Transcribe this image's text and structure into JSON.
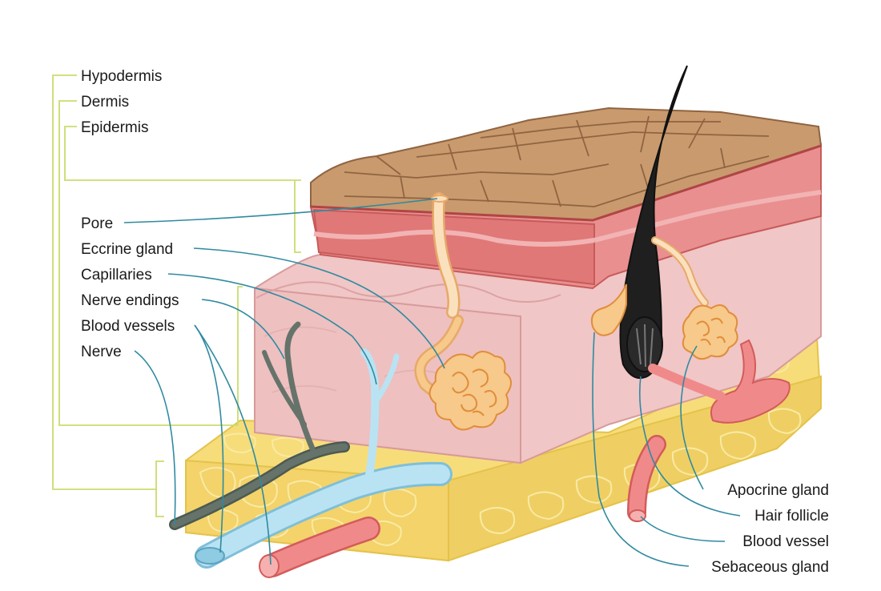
{
  "layers": {
    "hypodermis": "Hypodermis",
    "dermis": "Dermis",
    "epidermis": "Epidermis"
  },
  "left_labels": {
    "pore": "Pore",
    "eccrine_gland": "Eccrine gland",
    "capillaries": "Capillaries",
    "nerve_endings": "Nerve endings",
    "blood_vessels": "Blood vessels",
    "nerve": "Nerve"
  },
  "right_labels": {
    "apocrine_gland": "Apocrine gland",
    "hair_follicle": "Hair follicle",
    "blood_vessel": "Blood vessel",
    "sebaceous_gland": "Sebaceous gland"
  },
  "colors": {
    "leader_line": "#2f8aa0",
    "layer_bracket": "#c9dd6e",
    "epidermis_surface": "#c99a6e",
    "epidermis_red": "#d8656a",
    "dermis": "#efc3c3",
    "hypodermis": "#f6dd7a",
    "artery": "#f08a8a",
    "vein": "#a9dcef",
    "nerve": "#5e6b62",
    "gland": "#f7c98a",
    "hair": "#1f1f1f"
  }
}
